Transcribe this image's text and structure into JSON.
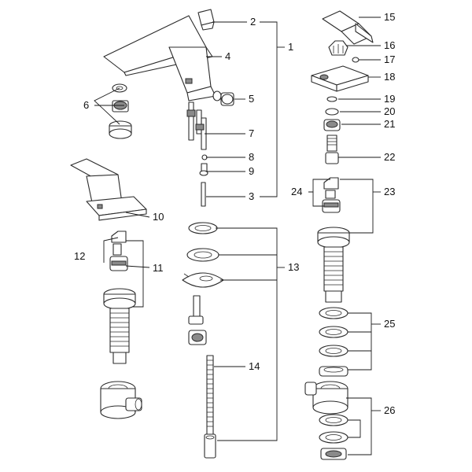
{
  "diagram": {
    "type": "exploded-parts-view",
    "callouts": [
      "1",
      "2",
      "3",
      "4",
      "5",
      "6",
      "7",
      "8",
      "9",
      "10",
      "11",
      "12",
      "13",
      "14",
      "15",
      "16",
      "17",
      "18",
      "19",
      "20",
      "21",
      "22",
      "23",
      "24",
      "25",
      "26"
    ]
  },
  "colors": {
    "line": "#2b2b2b",
    "background": "#ffffff",
    "shade": "#8a8a8a"
  }
}
